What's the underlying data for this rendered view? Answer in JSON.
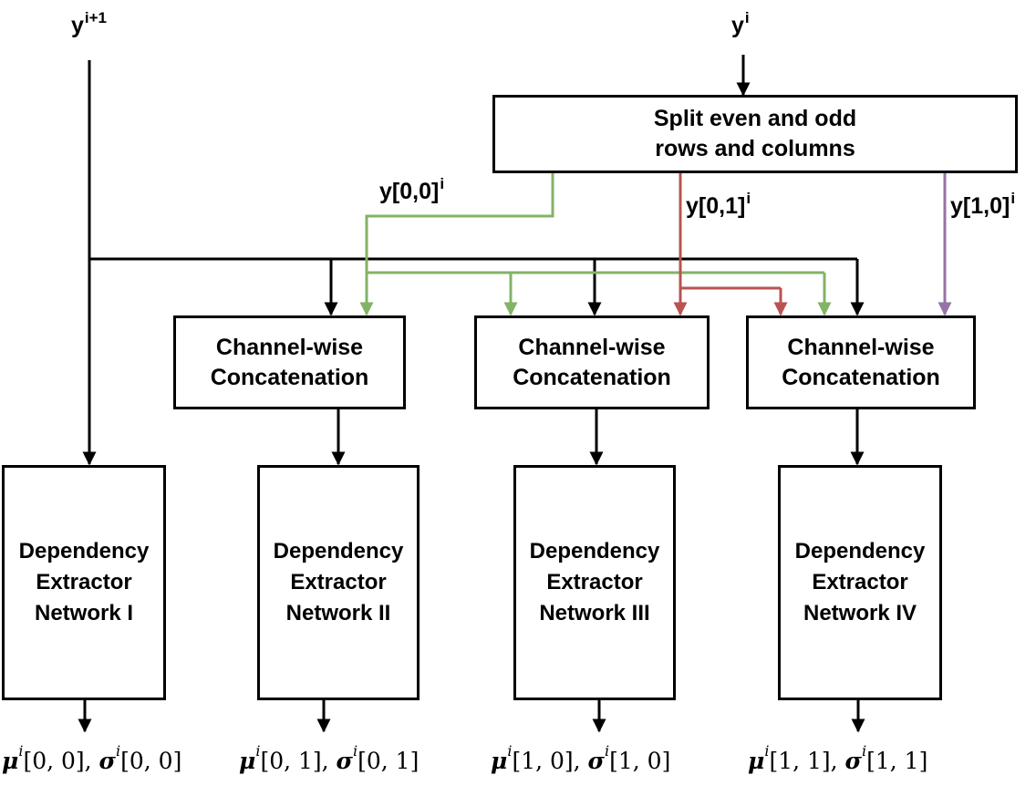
{
  "inputs": {
    "y_i": {
      "base": "y",
      "sup": "i"
    },
    "y_i_plus_1": {
      "base": "y",
      "sup": "i+1"
    }
  },
  "split_box": {
    "line1": "Split even and odd",
    "line2": "rows and columns"
  },
  "branch_labels": {
    "y00": {
      "base": "y[0,0]",
      "sup": "i"
    },
    "y01": {
      "base": "y[0,1]",
      "sup": "i"
    },
    "y10": {
      "base": "y[1,0]",
      "sup": "i"
    }
  },
  "concat_boxes": [
    {
      "line1": "Channel-wise",
      "line2": "Concatenation"
    },
    {
      "line1": "Channel-wise",
      "line2": "Concatenation"
    },
    {
      "line1": "Channel-wise",
      "line2": "Concatenation"
    }
  ],
  "networks": [
    {
      "line1": "Dependency",
      "line2": "Extractor",
      "line3": "Network I"
    },
    {
      "line1": "Dependency",
      "line2": "Extractor",
      "line3": "Network II"
    },
    {
      "line1": "Dependency",
      "line2": "Extractor",
      "line3": "Network III"
    },
    {
      "line1": "Dependency",
      "line2": "Extractor",
      "line3": "Network IV"
    }
  ],
  "outputs": [
    {
      "mu": "μ",
      "sup1": "i",
      "idx1": "[0, 0], ",
      "sigma": "σ",
      "sup2": "i",
      "idx2": "[0, 0]"
    },
    {
      "mu": "μ",
      "sup1": "i",
      "idx1": "[0, 1], ",
      "sigma": "σ",
      "sup2": "i",
      "idx2": "[0, 1]"
    },
    {
      "mu": "μ",
      "sup1": "i",
      "idx1": "[1, 0], ",
      "sigma": "σ",
      "sup2": "i",
      "idx2": "[1, 0]"
    },
    {
      "mu": "μ",
      "sup1": "i",
      "idx1": "[1, 1], ",
      "sigma": "σ",
      "sup2": "i",
      "idx2": "[1, 1]"
    }
  ],
  "colors": {
    "black": "#000000",
    "green": "#82b366",
    "red": "#b85450",
    "purple": "#9673a6"
  }
}
